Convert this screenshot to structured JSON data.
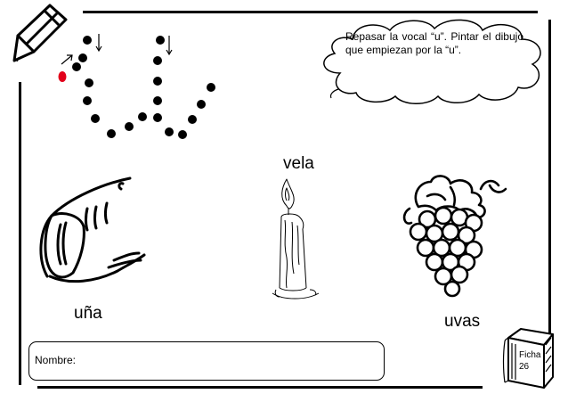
{
  "instructions": "Repasar la vocal “u”. Pintar el dibujo que empiezan por la “u”.",
  "pictures": [
    {
      "word": "uña",
      "icon": "fingernail-icon"
    },
    {
      "word": "vela",
      "icon": "candle-icon"
    },
    {
      "word": "uvas",
      "icon": "grapes-icon"
    }
  ],
  "name_label": "Nombre:",
  "ficha": {
    "label": "Ficha",
    "number": "26"
  },
  "colors": {
    "ink": "#000000",
    "start_dot": "#e2001a"
  }
}
